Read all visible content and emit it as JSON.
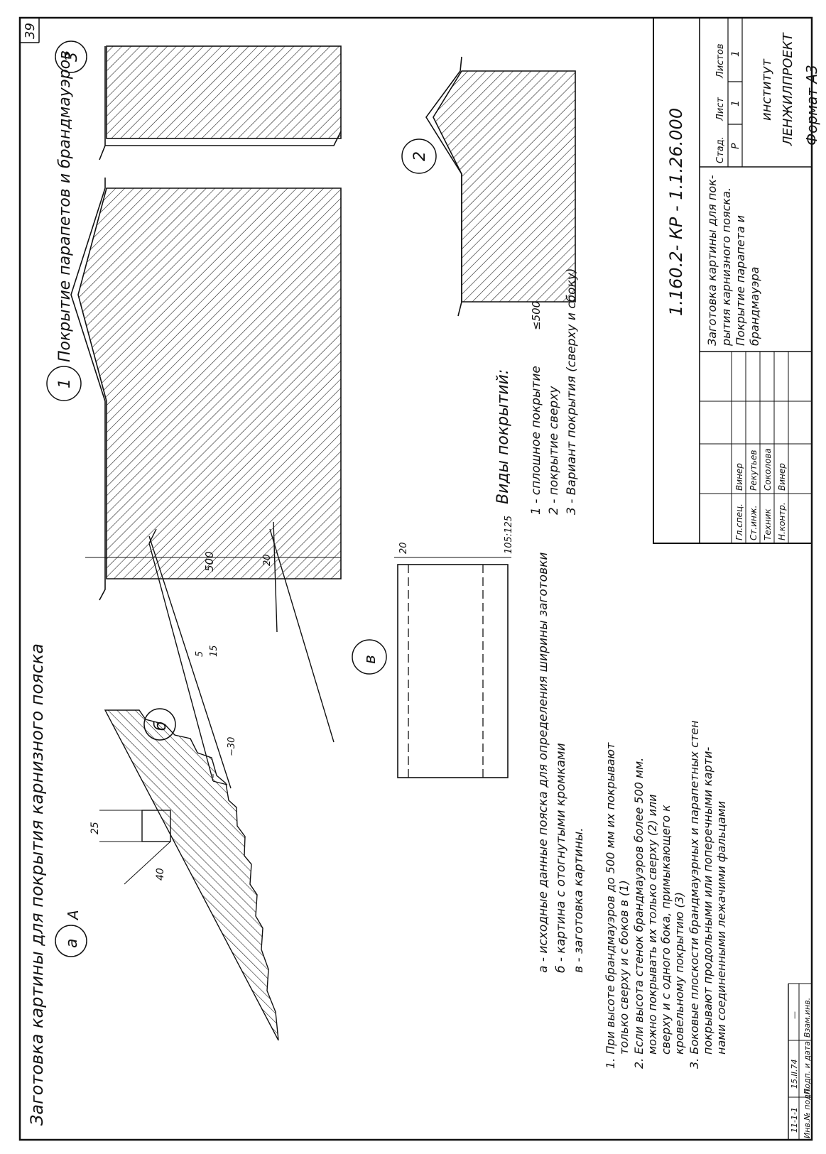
{
  "sheet": {
    "page_number": "39",
    "format": "Формат А3"
  },
  "titles": {
    "left_section": "Заготовка картины для покрытия карнизного пояска",
    "right_section": "Покрытие парапетов и брандмауэров",
    "coverage_types_title": "Виды покрытий:"
  },
  "callouts": {
    "a": "а",
    "b": "б",
    "v": "в",
    "one": "1",
    "two": "2",
    "three": "3",
    "section_A": "А"
  },
  "dimensions": {
    "d25": "25",
    "d40": "40",
    "d5": "5",
    "d15": "15",
    "d30": "~30",
    "d20a": "20",
    "d20b": "20",
    "d500a": "500",
    "d500b": "≤500",
    "d105": "105:125"
  },
  "legend_blanks": [
    {
      "mark": "а",
      "text": "- исходные данные пояска для определения ширины заготовки"
    },
    {
      "mark": "б",
      "text": "- картина с отогнутыми кромками"
    },
    {
      "mark": "в",
      "text": "- заготовка картины."
    }
  ],
  "coverage_types": [
    {
      "mark": "1",
      "text": "- сплошное покрытие"
    },
    {
      "mark": "2",
      "text": "- покрытие сверху"
    },
    {
      "mark": "3",
      "text": "- Вариант покрытия (сверху и сбоку)"
    }
  ],
  "notes": [
    {
      "num": "1.",
      "lines": [
        "При высоте брандмауэров до 500 мм их покрывают",
        "только сверху и с боков в (1)"
      ]
    },
    {
      "num": "2.",
      "lines": [
        "Если высота стенок брандмауэров более 500 мм.",
        "можно покрывать их только сверху (2) или",
        "сверху и с одного бока, примыкающего к",
        "кровельному покрытию (3)"
      ]
    },
    {
      "num": "3.",
      "lines": [
        "Боковые плоскости брандмауэрных и парапетных стен",
        "покрывают продольными или поперечными карти-",
        "нами соединенными лежачими фальцами"
      ]
    }
  ],
  "title_block": {
    "doc_code": "1.160.2- КР - 1.1.26.000",
    "doc_title_lines": [
      "Заготовка картины для пок-",
      "рытия карнизного пояска.",
      "Покрытие парапета и",
      "брандмауэра"
    ],
    "stage_header": "Стад.",
    "sheet_header": "Лист",
    "sheets_header": "Листов",
    "stage": "Р",
    "sheet": "1",
    "sheets": "1",
    "institute_line1": "институт",
    "institute_line2": "ЛЕНЖИЛПРОЕКТ",
    "roles": [
      {
        "role": "Гл.спец.",
        "name": "Винер"
      },
      {
        "role": "Ст.инж.",
        "name": "Рекутьев"
      },
      {
        "role": "Техник",
        "name": "Соколова"
      },
      {
        "role": "Н.контр.",
        "name": "Винер"
      }
    ]
  },
  "stamp_strip": {
    "labels": [
      "Инв.№ подл.",
      "Подп. и дата",
      "Взам.инв."
    ],
    "values": [
      "11-1-1",
      "15.II.74",
      "—"
    ]
  }
}
